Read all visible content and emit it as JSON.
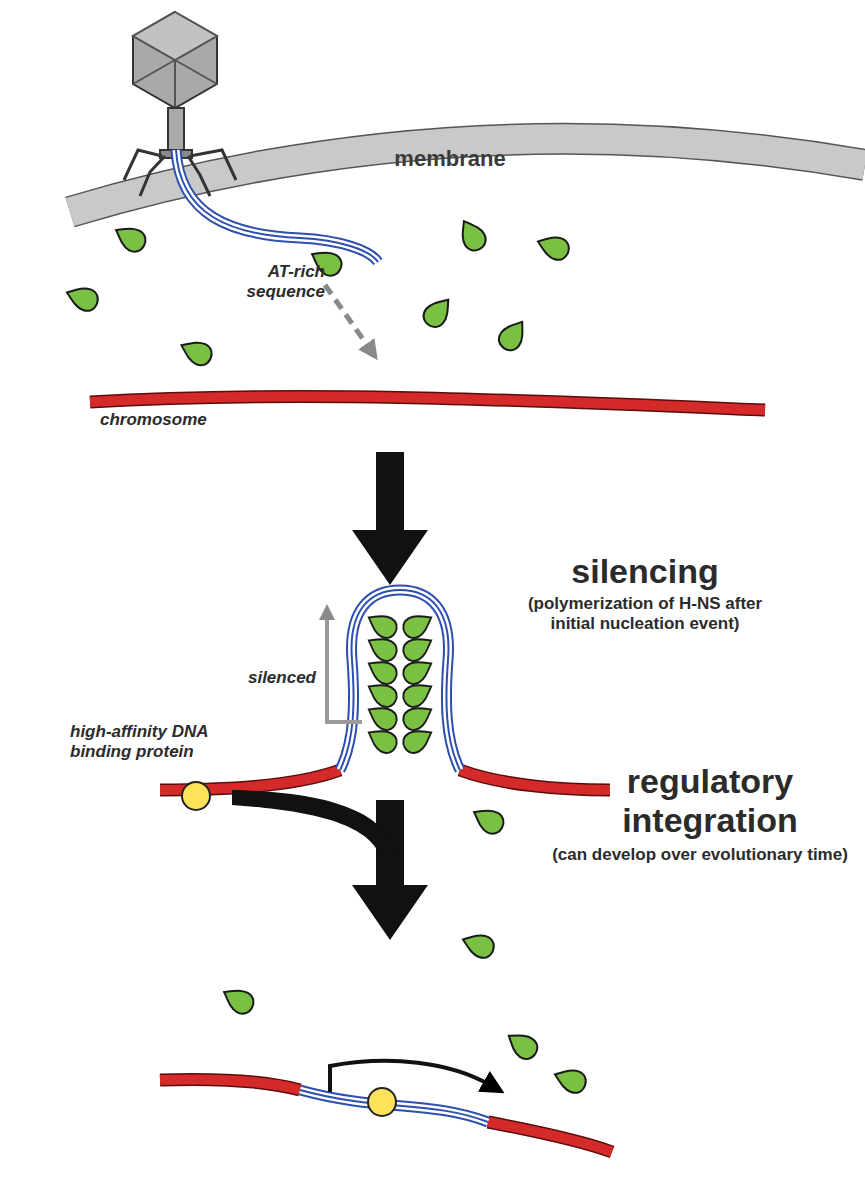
{
  "diagram": {
    "labels": [
      "membrane",
      "AT-rich sequence",
      "chromosome",
      "silenced",
      "silencing",
      "(polymerization of H-NS after initial nucleation event)",
      "high-affinity DNA binding protein",
      "regulatory integration",
      "(can develop over evolutionary time)"
    ]
  }
}
